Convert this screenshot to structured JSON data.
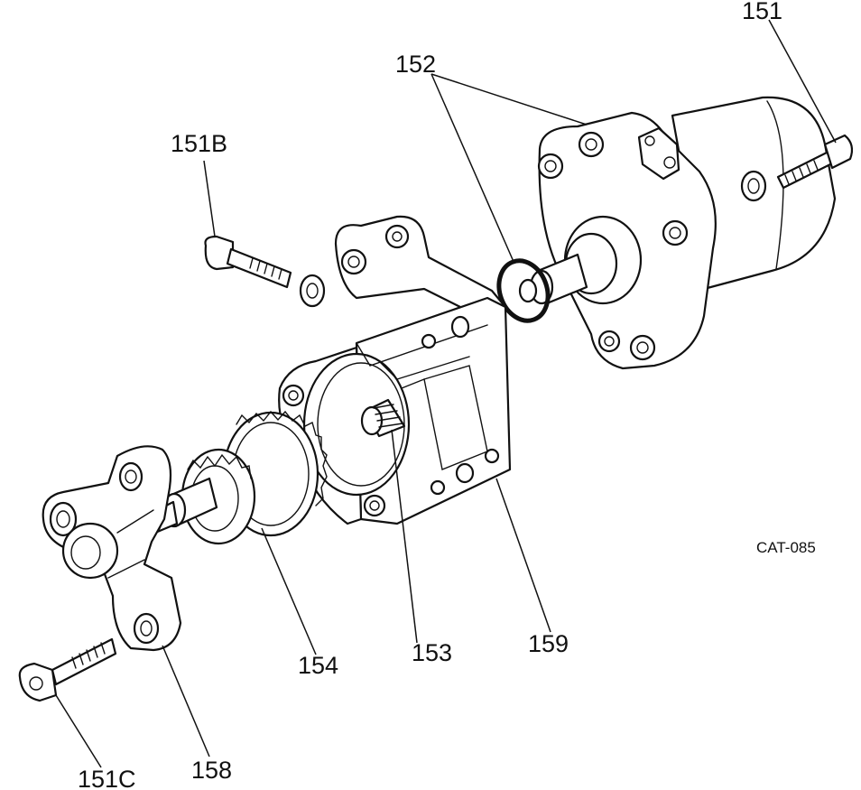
{
  "diagram": {
    "catalog_code": "CAT-085",
    "callouts": {
      "p151": "151",
      "p151b": "151B",
      "p151c": "151C",
      "p152": "152",
      "p153": "153",
      "p154": "154",
      "p158": "158",
      "p159": "159"
    },
    "colors": {
      "ink": "#111111",
      "paper": "#ffffff"
    }
  }
}
